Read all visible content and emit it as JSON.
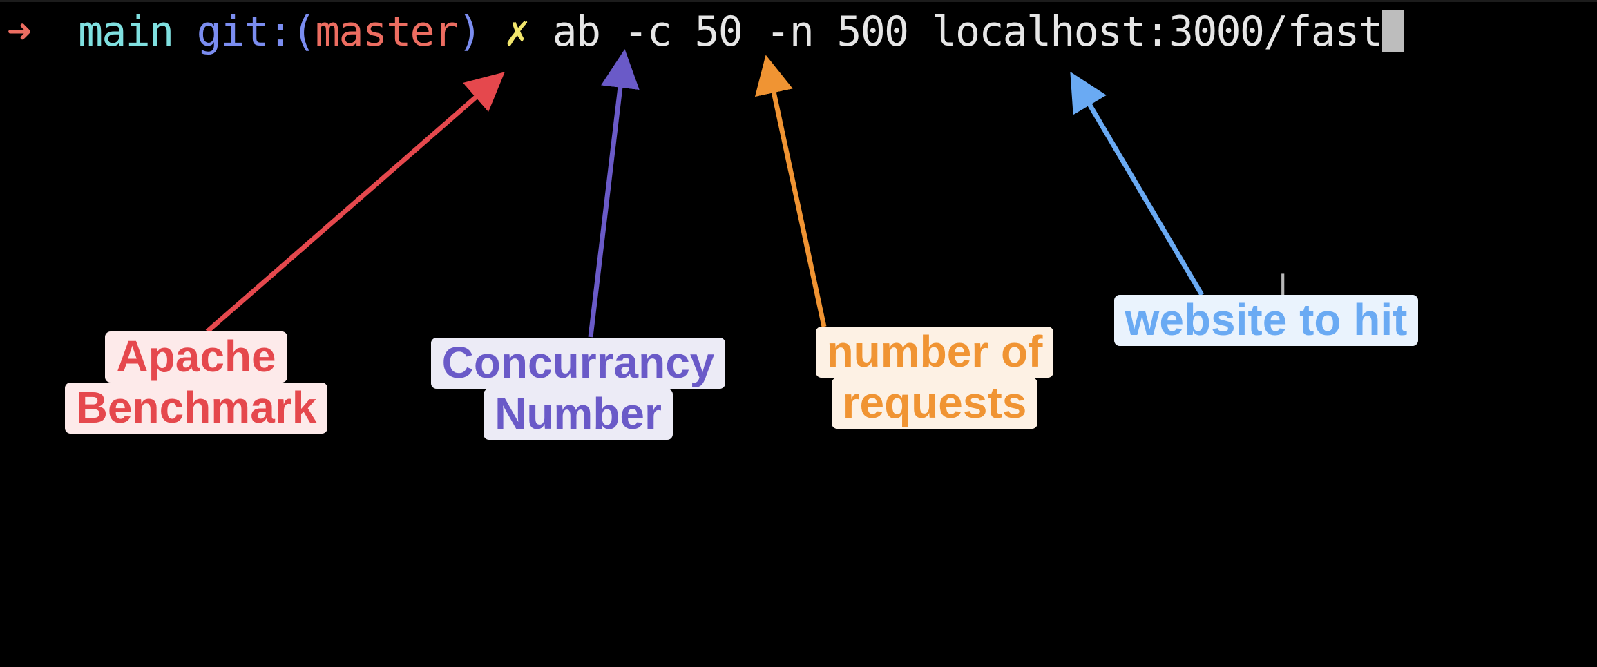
{
  "terminal": {
    "prompt": {
      "arrow_glyph": "➜",
      "directory": "main",
      "git_label": "git:(",
      "branch": "master",
      "git_close": ")",
      "dirty_marker": "✗",
      "command": "ab -c 50 -n 500 localhost:3000/fast"
    }
  },
  "annotations": {
    "apache_benchmark": {
      "line1": "Apache",
      "line2": "Benchmark",
      "color": "#e5484d"
    },
    "concurrency": {
      "line1": "Concurrancy",
      "line2": "Number",
      "color": "#6a5ac8"
    },
    "requests": {
      "line1": "number of",
      "line2": "requests",
      "color": "#f09433"
    },
    "website": {
      "line1": "website to hit",
      "color": "#6aaaf3"
    }
  },
  "colors": {
    "background": "#000000",
    "prompt_arrow": "#ec6d61",
    "directory": "#7fe0e0",
    "git_label": "#7b8df0",
    "branch": "#ec6d61",
    "dirty_marker": "#f2e66c",
    "command_text": "#e6e6e6",
    "cursor": "#bdbdbd"
  },
  "icons": {
    "prompt_arrow": "right-arrow-icon",
    "mouse_pointer": "text-cursor-icon"
  }
}
